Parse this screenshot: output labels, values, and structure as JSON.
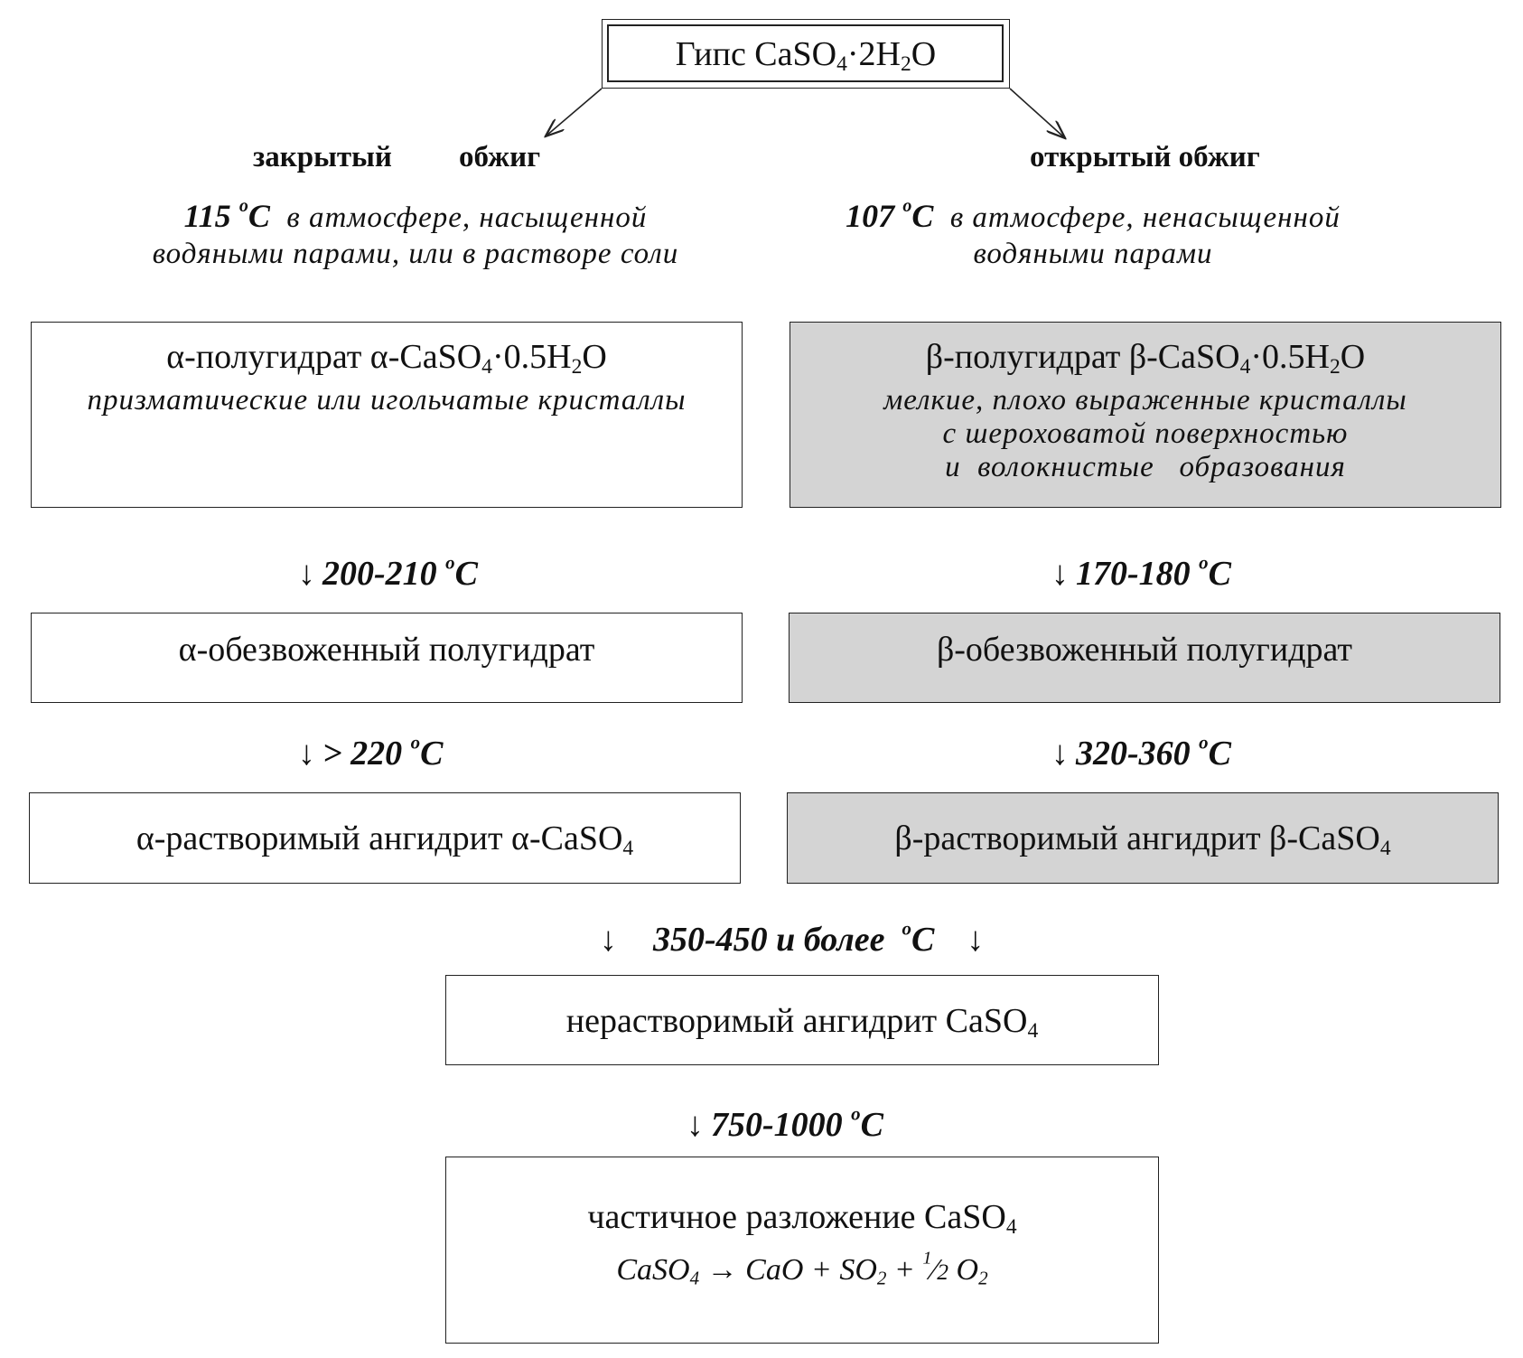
{
  "top": {
    "label": "Гипс CaSO",
    "sub1": "4",
    "mid": "·2H",
    "sub2": "2",
    "end": "O"
  },
  "left": {
    "heading_a": "закрытый",
    "heading_b": "обжиг",
    "cond_temp": "115",
    "cond_deg": "o",
    "cond_c": "C",
    "cond_line1": "в атмосфере, насыщенной",
    "cond_line2": "водяными парами, или в растворе соли",
    "box1_title_a": "α-полугидрат α-CaSO",
    "box1_title_sub": "4",
    "box1_title_b": "·0.5H",
    "box1_title_sub2": "2",
    "box1_title_c": "O",
    "box1_desc": "призматические или игольчатые кристаллы",
    "arrow1_temp": "200-210",
    "arrow1_deg": "o",
    "arrow1_c": "C",
    "box2_title": "α-обезвоженный полугидрат",
    "arrow2_temp": "> 220",
    "arrow2_deg": "o",
    "arrow2_c": "C",
    "box3_title_a": "α-растворимый ангидрит α-CaSO",
    "box3_title_sub": "4"
  },
  "right": {
    "heading": "открытый обжиг",
    "cond_temp": "107",
    "cond_deg": "o",
    "cond_c": "C",
    "cond_line1": "в атмосфере, ненасыщенной",
    "cond_line2": "водяными парами",
    "box1_title_a": "β-полугидрат β-CaSO",
    "box1_title_sub": "4",
    "box1_title_b": "·0.5H",
    "box1_title_sub2": "2",
    "box1_title_c": "O",
    "box1_desc1": "мелкие, плохо выраженные кристаллы",
    "box1_desc2": "с шероховатой поверхностью",
    "box1_desc3": "и  волокнистые   образования",
    "arrow1_temp": "170-180",
    "arrow1_deg": "o",
    "arrow1_c": "C",
    "box2_title": "β-обезвоженный полугидрат",
    "arrow2_temp": "320-360",
    "arrow2_deg": "o",
    "arrow2_c": "C",
    "box3_title_a": "β-растворимый ангидрит β-CaSO",
    "box3_title_sub": "4"
  },
  "merge": {
    "arrow_temp": "350-450 и более",
    "arrow_deg": "o",
    "arrow_c": "C",
    "box_title_a": "нерастворимый ангидрит CaSO",
    "box_title_sub": "4"
  },
  "final": {
    "arrow_temp": "750-1000",
    "arrow_deg": "o",
    "arrow_c": "C",
    "box_title_a": "частичное разложение CaSO",
    "box_title_sub": "4",
    "eq_a": "CaSO",
    "eq_sub1": "4",
    "eq_b": " → CaO + SO",
    "eq_sub2": "2",
    "eq_c": " + ",
    "eq_half_num": "1",
    "eq_half_den": "2",
    "eq_d": " O",
    "eq_sub3": "2"
  },
  "glyphs": {
    "down_arrow": "↓"
  },
  "colors": {
    "gray_box": "#d4d4d4",
    "border": "#222222"
  }
}
